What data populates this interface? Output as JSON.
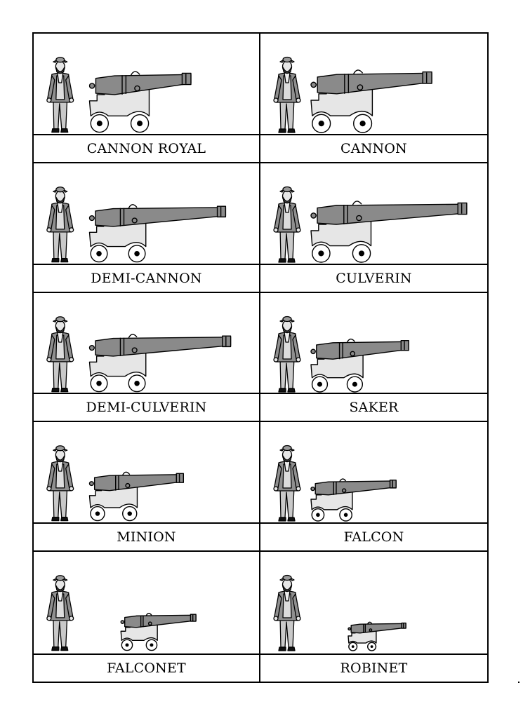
{
  "cells": [
    {
      "label": "CANNON ROYAL",
      "scale": 0.9,
      "long": 0.95
    },
    {
      "label": "CANNON",
      "scale": 0.92,
      "long": 1.1
    },
    {
      "label": "DEMI-CANNON",
      "scale": 0.85,
      "long": 1.35
    },
    {
      "label": "CULVERIN",
      "scale": 0.9,
      "long": 1.45
    },
    {
      "label": "DEMI-CULVERIN",
      "scale": 0.85,
      "long": 1.4
    },
    {
      "label": "SAKER",
      "scale": 0.78,
      "long": 1.05
    },
    {
      "label": "MINION",
      "scale": 0.72,
      "long": 1.1
    },
    {
      "label": "FALCON",
      "scale": 0.62,
      "long": 1.15
    },
    {
      "label": "FALCONET",
      "scale": 0.55,
      "long": 1.15
    },
    {
      "label": "ROBINET",
      "scale": 0.42,
      "long": 1.15
    }
  ],
  "colors": {
    "barrel": "#8a8a8a",
    "carriage": "#e6e6e6",
    "coat": "#8f8f8f",
    "trousers": "#c9c9c9",
    "line": "#000000"
  }
}
